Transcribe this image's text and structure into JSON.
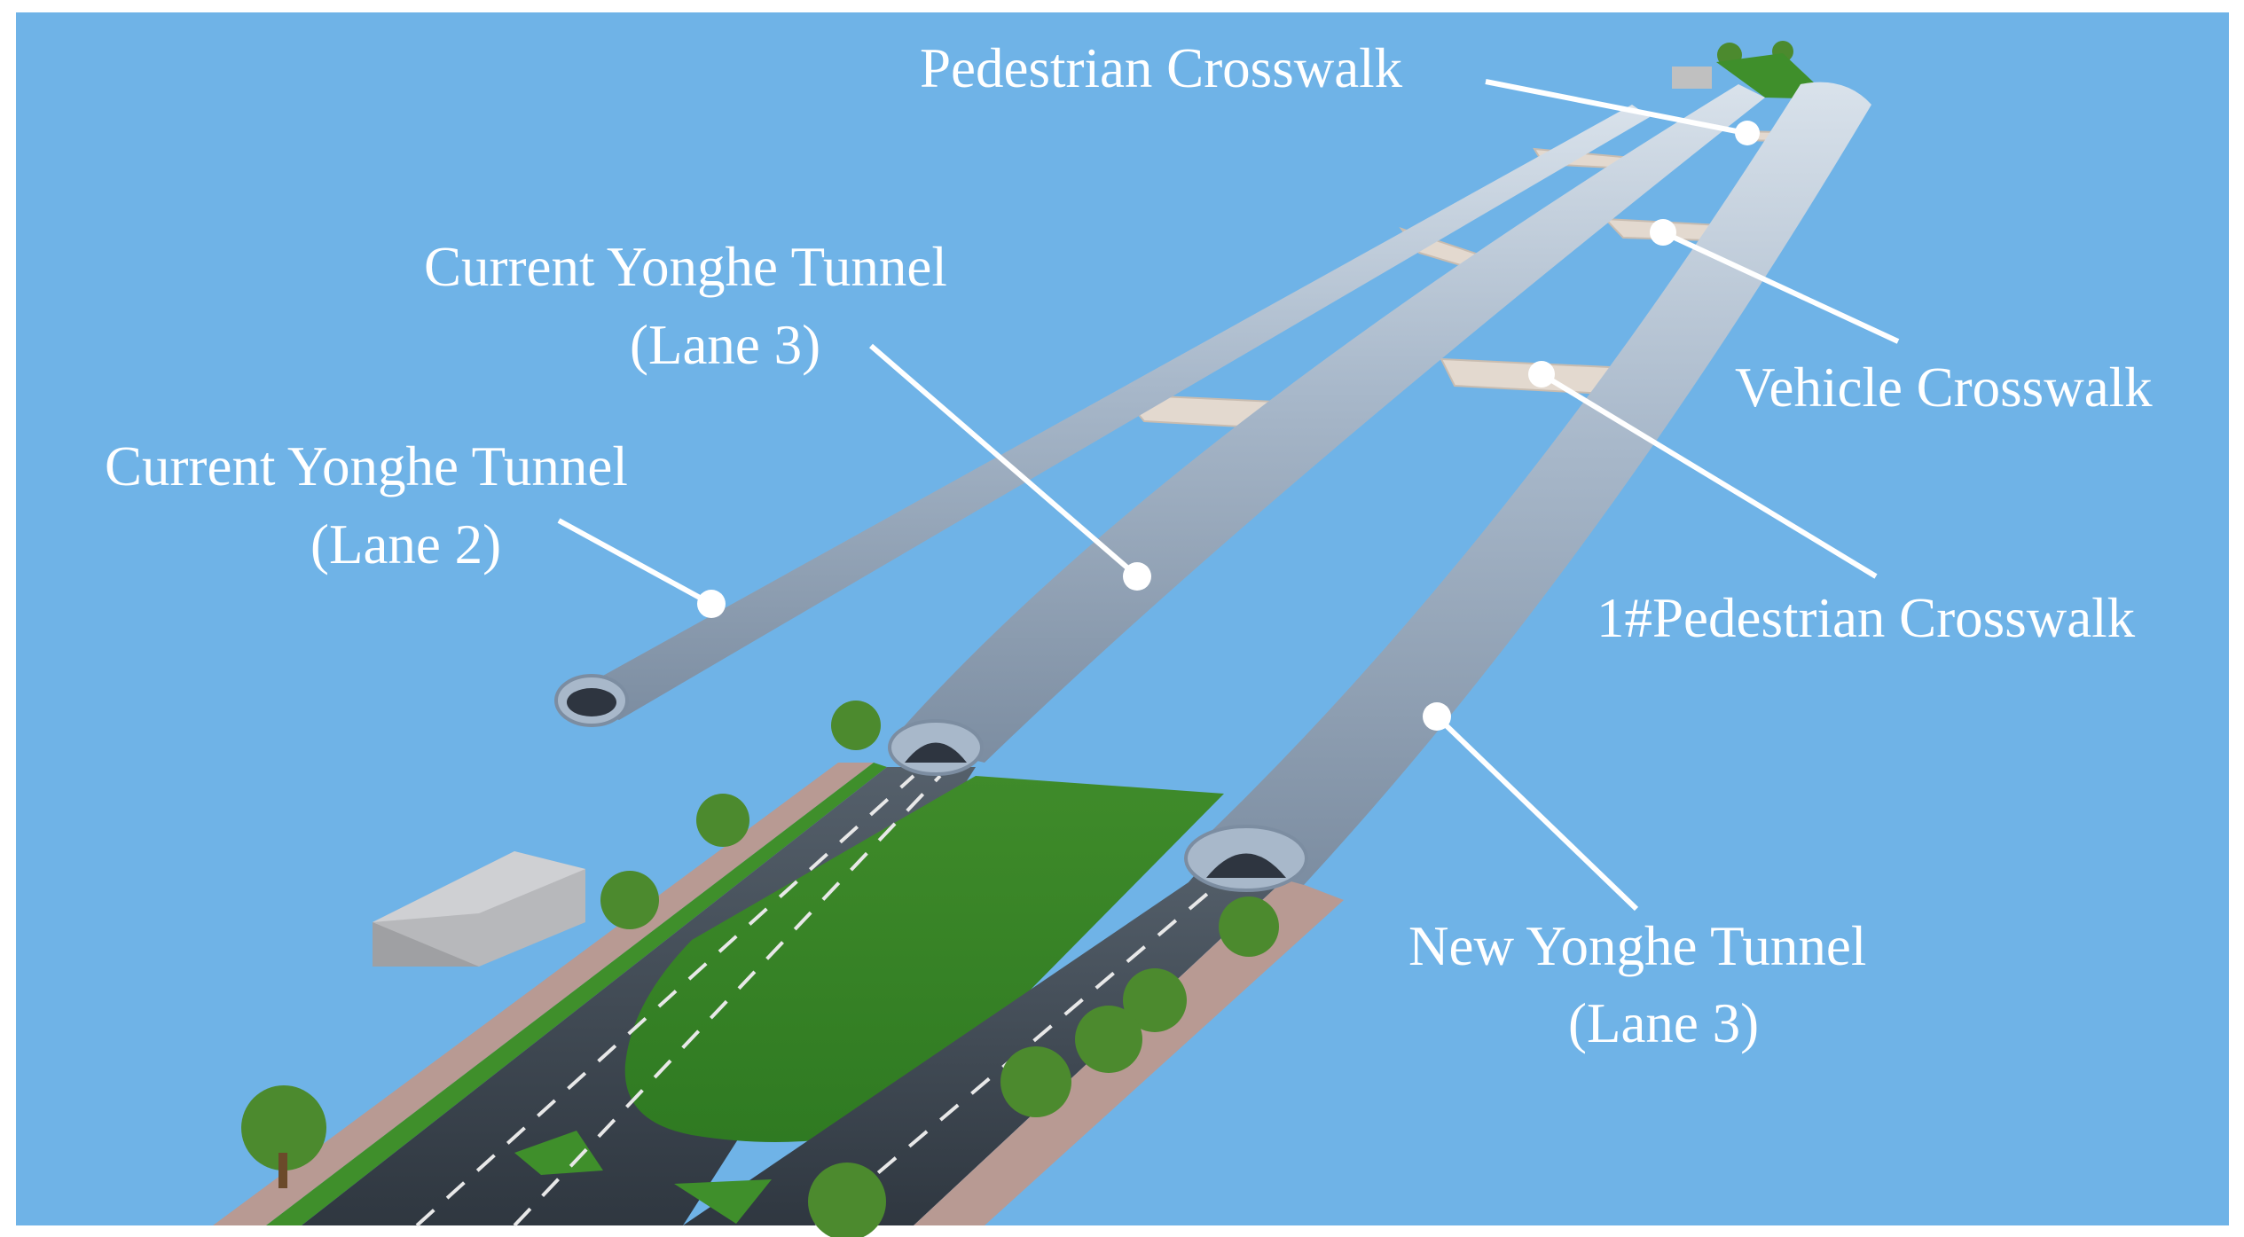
{
  "colors": {
    "sky": "#6fb3e7",
    "tube": "#a9b9cb",
    "tube_shadow": "#7d8ea2",
    "tube_highlight": "#d8e1ea",
    "grass": "#3f8f2b",
    "road": "#3d4650",
    "sidewalk": "#b79a92",
    "callout": "#ffffff",
    "passage": "#e3d9cf"
  },
  "labels": {
    "pedestrian_crosswalk": "Pedestrian Crosswalk",
    "current_lane3_line1": "Current Yonghe Tunnel",
    "current_lane3_line2": "(Lane 3)",
    "current_lane2_line1": "Current Yonghe Tunnel",
    "current_lane2_line2": "(Lane 2)",
    "vehicle_crosswalk": "Vehicle Crosswalk",
    "pedestrian_crosswalk_1": "1#Pedestrian Crosswalk",
    "new_lane3_line1": "New Yonghe Tunnel",
    "new_lane3_line2": "(Lane 3)"
  }
}
